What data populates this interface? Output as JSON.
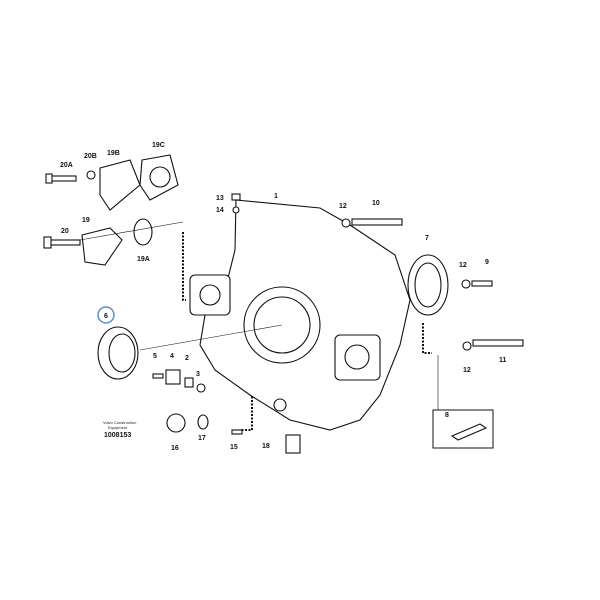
{
  "diagram": {
    "part_labels": [
      "20A",
      "20B",
      "19B",
      "19C",
      "13",
      "14",
      "1",
      "12",
      "10",
      "7",
      "12",
      "9",
      "19",
      "20",
      "19A",
      "6",
      "5",
      "4",
      "2",
      "3",
      "8",
      "12",
      "11",
      "16",
      "17",
      "15",
      "18"
    ],
    "credit_line1": "Volvo Construction",
    "credit_line2": "Equipment",
    "drawing_number": "1008153",
    "highlighted_part": "6",
    "highlight_color": "#5b8fc7"
  }
}
